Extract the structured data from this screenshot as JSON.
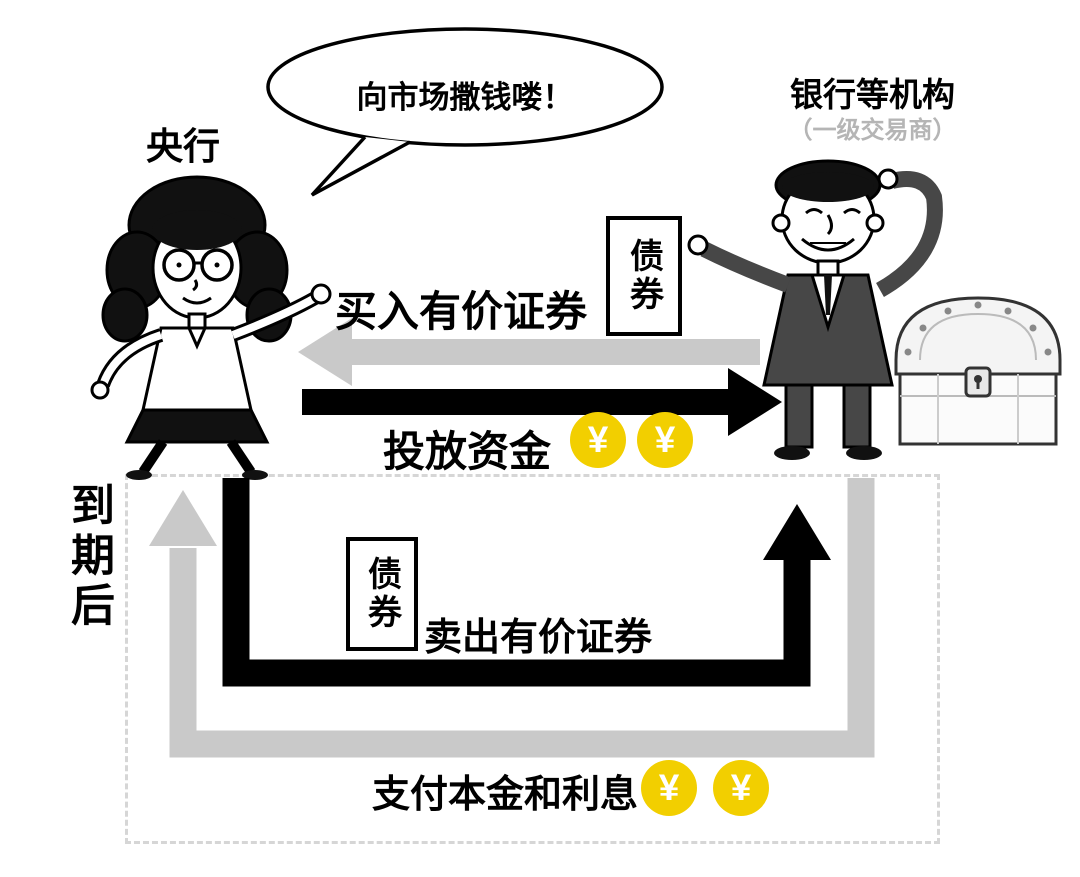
{
  "diagram": {
    "speech_bubble": "向市场撒钱喽！",
    "actors": {
      "left_label": "央行",
      "right_label": "银行等机构",
      "right_sublabel": "（一级交易商）"
    },
    "top_flow": {
      "buy_label": "买入有价证券",
      "bond_box": "债券",
      "inject_label": "投放资金",
      "coin_symbol": "¥"
    },
    "bottom_flow": {
      "maturity_label": "到期后",
      "bond_box": "债券",
      "sell_label": "卖出有价证券",
      "repay_label": "支付本金和利息",
      "coin_symbol": "¥"
    },
    "colors": {
      "arrow_gray": "#c9c9c9",
      "arrow_black": "#000000",
      "coin_yellow": "#f2cf00",
      "sub_gray": "#b5b5b5",
      "dashed_gray": "#d6d6d6"
    }
  }
}
